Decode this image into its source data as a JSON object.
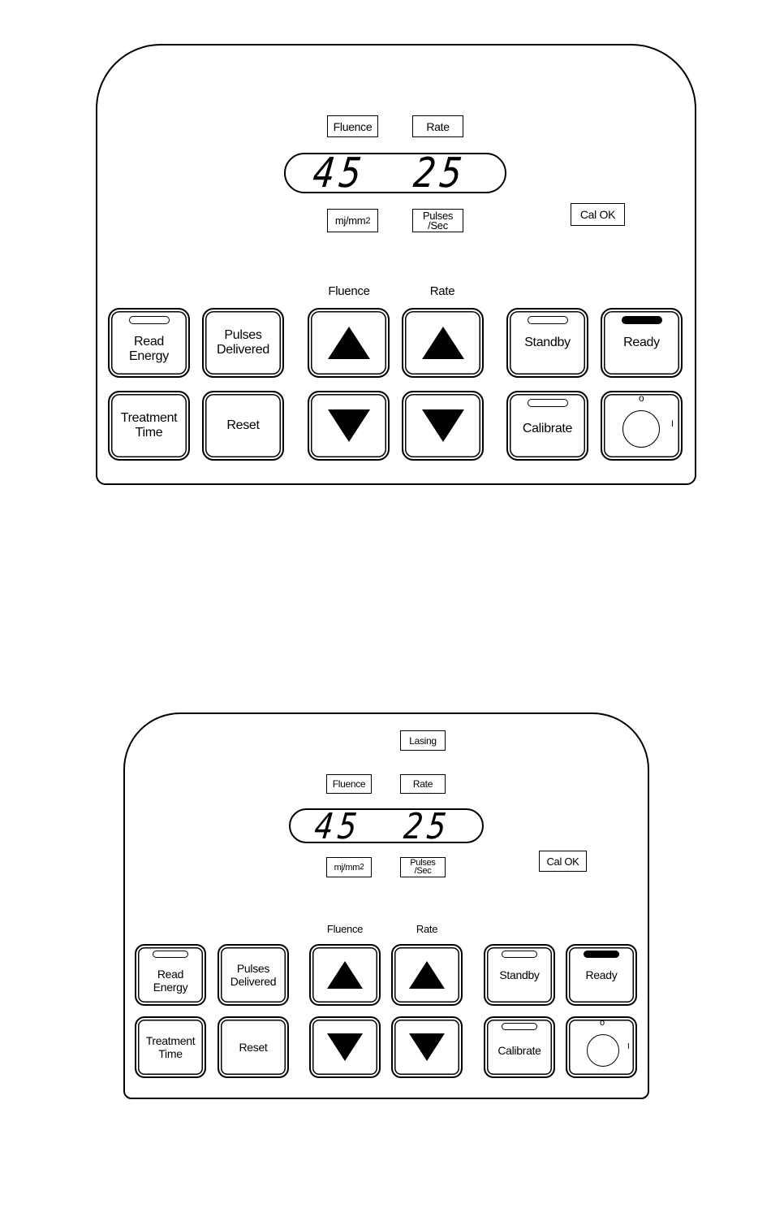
{
  "panels": [
    {
      "lasing_label": "",
      "fluence_label": "Fluence",
      "rate_label": "Rate",
      "fluence_value": "45",
      "rate_value": "25",
      "fluence_unit": "mj/mm",
      "fluence_unit_sup": "2",
      "rate_unit_line1": "Pulses",
      "rate_unit_line2": "/Sec",
      "cal_ok": "Cal OK",
      "fluence_arrows_label": "Fluence",
      "rate_arrows_label": "Rate",
      "buttons": {
        "read_energy": "Read\nEnergy",
        "pulses_delivered": "Pulses\nDelivered",
        "standby": "Standby",
        "ready": "Ready",
        "treatment_time": "Treatment\nTime",
        "reset": "Reset",
        "calibrate": "Calibrate"
      },
      "key_off_mark": "o",
      "key_on_mark": "I",
      "ready_led_on": true
    },
    {
      "lasing_label": "Lasing",
      "fluence_label": "Fluence",
      "rate_label": "Rate",
      "fluence_value": "45",
      "rate_value": "25",
      "fluence_unit": "mj/mm",
      "fluence_unit_sup": "2",
      "rate_unit_line1": "Pulses",
      "rate_unit_line2": "/Sec",
      "cal_ok": "Cal OK",
      "fluence_arrows_label": "Fluence",
      "rate_arrows_label": "Rate",
      "buttons": {
        "read_energy": "Read\nEnergy",
        "pulses_delivered": "Pulses\nDelivered",
        "standby": "Standby",
        "ready": "Ready",
        "treatment_time": "Treatment\nTime",
        "reset": "Reset",
        "calibrate": "Calibrate"
      },
      "key_off_mark": "o",
      "key_on_mark": "I",
      "ready_led_on": true
    }
  ]
}
